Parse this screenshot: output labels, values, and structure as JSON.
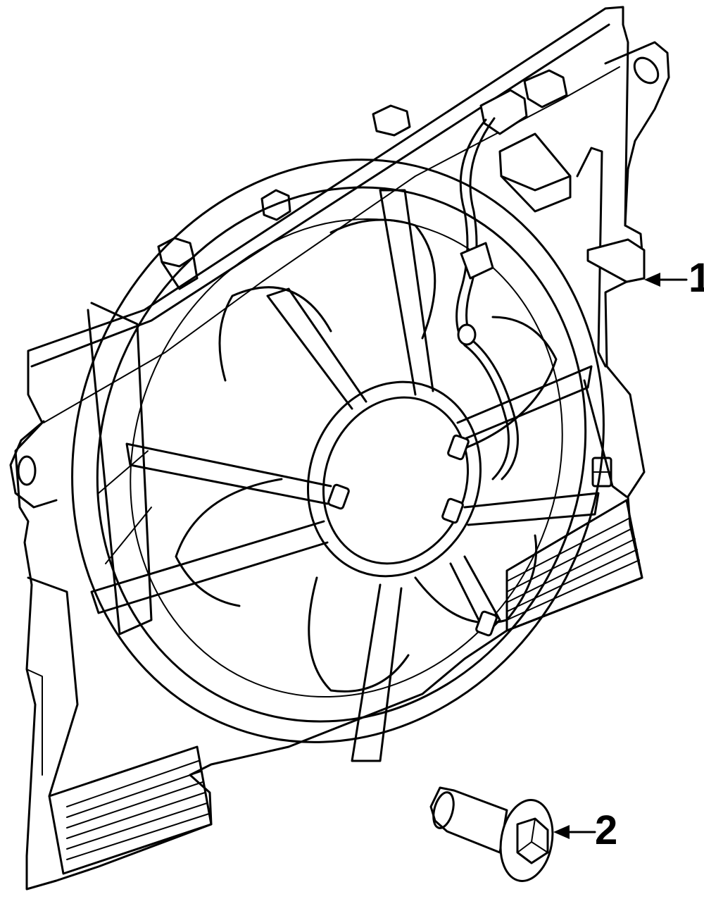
{
  "callouts": [
    {
      "number": "1",
      "part": "fan-shroud-assembly"
    },
    {
      "number": "2",
      "part": "flange-bolt"
    }
  ],
  "colors": {
    "line": "#000000",
    "background": "#ffffff"
  }
}
